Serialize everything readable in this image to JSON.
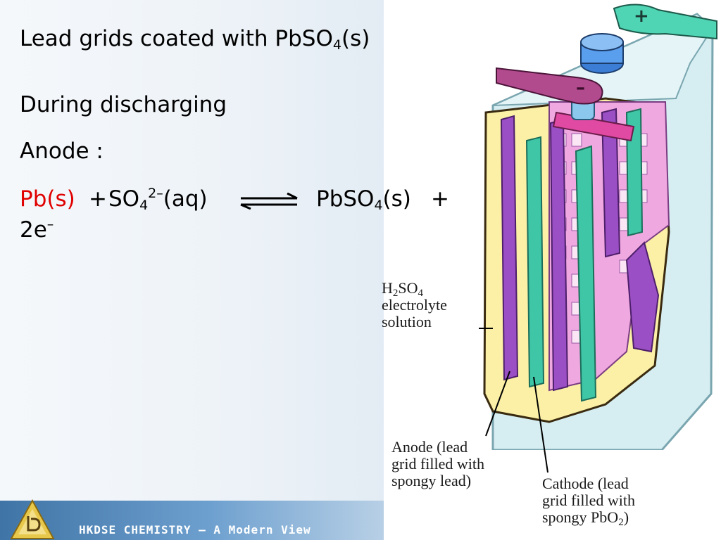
{
  "slide": {
    "title_main": "Lead grids coated with PbSO",
    "title_sub": "4",
    "title_tail": "(s)",
    "subtitle": "During discharging",
    "anode_heading": "Anode :",
    "equation": {
      "reactant1": "Pb(s)",
      "plus1": "+",
      "reactant2_main": "SO",
      "reactant2_sub": "4",
      "reactant2_sup": "2–",
      "reactant2_state": "(aq)",
      "product1_main": "PbSO",
      "product1_sub": "4",
      "product1_state": "(s)",
      "plus2": "+",
      "product2_main": "2e",
      "product2_sup": "–"
    }
  },
  "diagram": {
    "electrolyte_label": {
      "line1_pre": "H",
      "line1_sub1": "2",
      "line1_mid": "SO",
      "line1_sub2": "4",
      "line2": "electrolyte",
      "line3": "solution"
    },
    "anode_label": {
      "line1": "Anode (lead",
      "line2": "grid filled with",
      "line3": "spongy lead)"
    },
    "cathode_label": {
      "line1": "Cathode (lead",
      "line2": "grid filled with",
      "line3_pre": "spongy PbO",
      "line3_sub": "2",
      "line3_post": ")"
    },
    "terminal_positive": "+",
    "terminal_negative": "–",
    "colors": {
      "anode_plate": "#9b4fc4",
      "cathode_plate": "#3fc6a6",
      "grid_pink": "#f0a8e0",
      "electrolyte": "#fbf0a6",
      "casing": "#d6eef2",
      "terminal_negative": "#b24a8e",
      "terminal_positive": "#4fd4b4"
    }
  },
  "footer": {
    "text": "HKDSE CHEMISTRY — A Modern View"
  }
}
